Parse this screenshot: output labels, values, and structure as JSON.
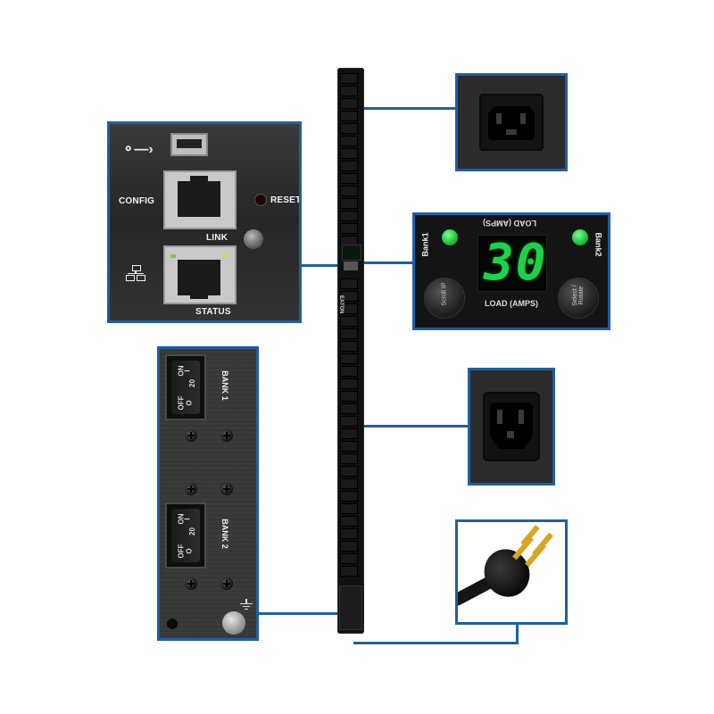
{
  "network_panel": {
    "usb_icon": "usb-icon",
    "config_label": "CONFIG",
    "reset_label": "RESET",
    "link_label": "LINK",
    "status_label": "STATUS",
    "network_icon": "network-icon"
  },
  "display_panel": {
    "bank1_label": "Bank1",
    "bank2_label": "Bank2",
    "top_load_label": "LOAD (AMPS)",
    "reading": "30",
    "bottom_load_label": "LOAD (AMPS)",
    "scroll_button": "Scroll IP",
    "select_button": "Select / Rotate",
    "led_color": "#19c23a",
    "digit_color": "#1fd14a"
  },
  "breaker_panel": {
    "bank1": {
      "label": "BANK 1",
      "on": "ON",
      "on_symbol": "I",
      "rating": "20",
      "off": "OFF",
      "off_symbol": "O"
    },
    "bank2": {
      "label": "BANK 2",
      "on": "ON",
      "on_symbol": "I",
      "rating": "20",
      "off": "OFF",
      "off_symbol": "O"
    },
    "ground_icon": "ground-icon"
  },
  "pdu": {
    "brand": "EATON"
  },
  "colors": {
    "border": "#1f5fa3"
  }
}
